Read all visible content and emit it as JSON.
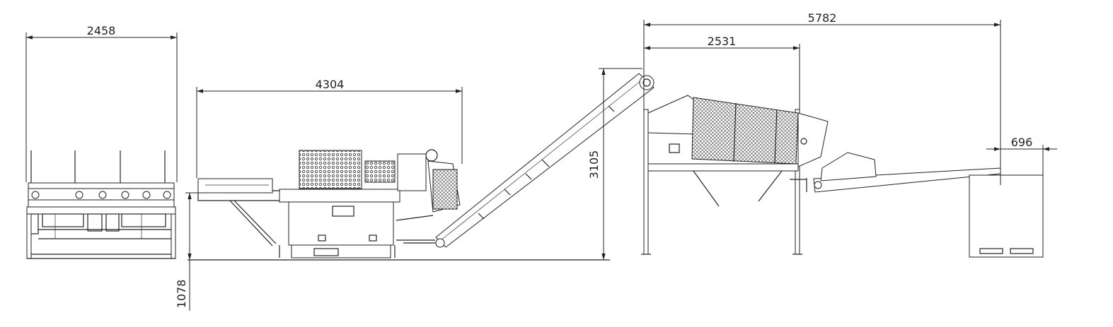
{
  "dimensions": {
    "table_width": "2458",
    "machine_length": "4304",
    "table_height": "1078",
    "conveyor_height": "3105",
    "total_length": "5782",
    "drum_length": "2531",
    "box_offset": "696"
  },
  "colors": {
    "line": "#222222",
    "background": "#ffffff"
  }
}
